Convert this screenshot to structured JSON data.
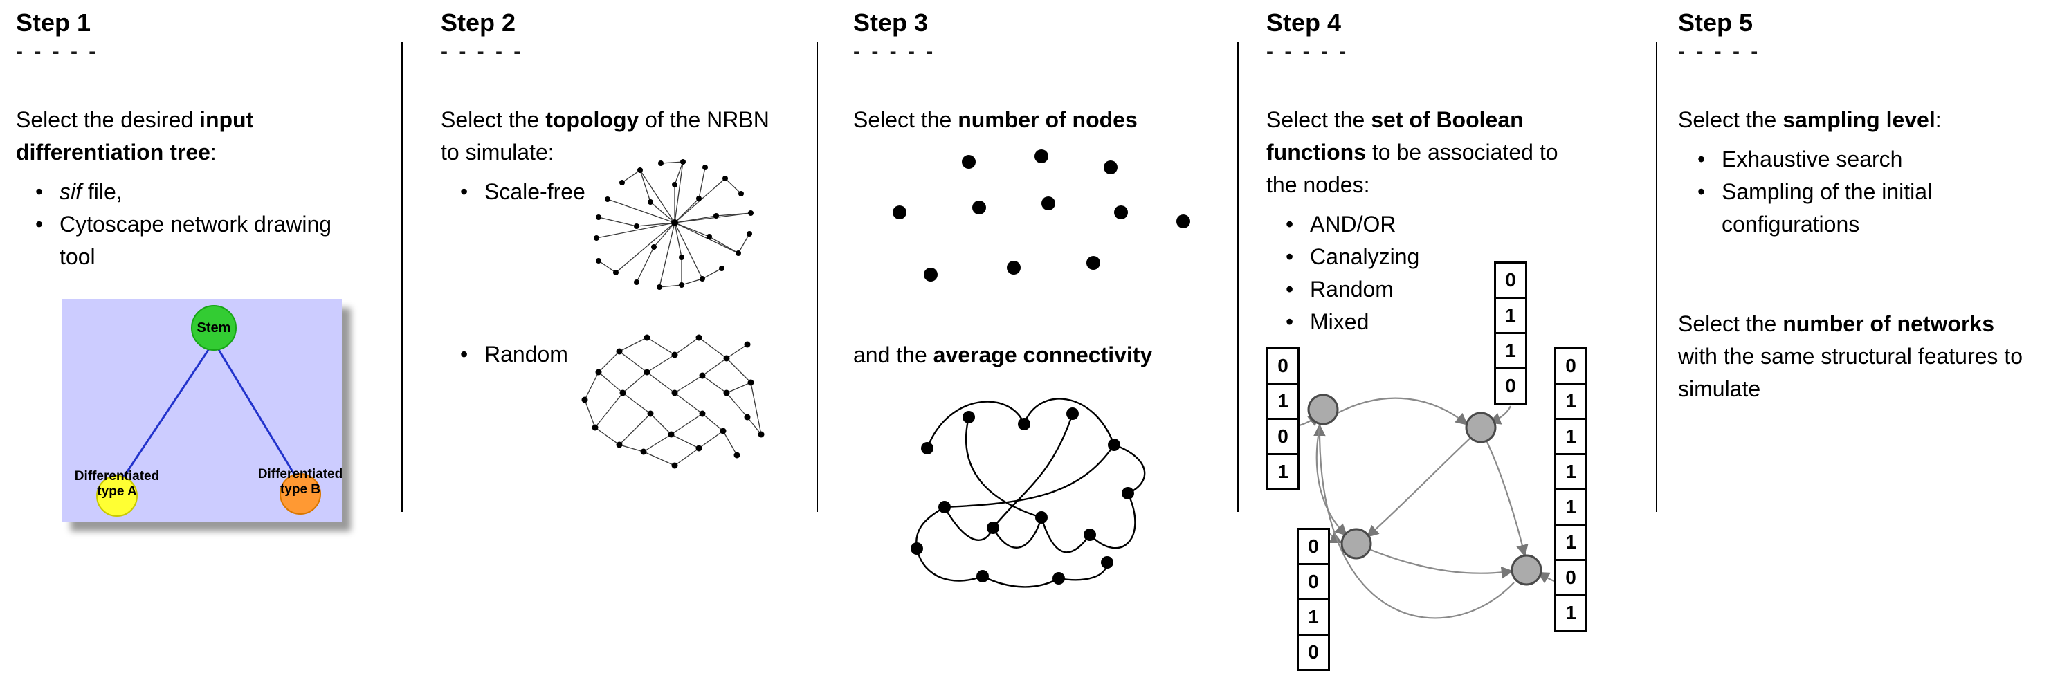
{
  "figure": {
    "background_color": "#ffffff",
    "divider_color": "#000000"
  },
  "steps": [
    {
      "title": "Step 1",
      "dashes": "- - - - -",
      "para": {
        "pre": "Select the desired ",
        "bold": "input differentiation tree",
        "post": ":"
      },
      "bullets": [
        {
          "italic": "sif",
          "rest": " file,"
        },
        {
          "rest": "Cytoscape network drawing tool"
        }
      ],
      "tree": {
        "stem_label": "Stem",
        "left_label": "Differentiated type A",
        "right_label": "Differentiated type B",
        "colors": {
          "background": "#ccccff",
          "stem_node": "#33cc33",
          "type_a_node": "#ffff33",
          "type_b_node": "#ff9933",
          "edge": "#2233cc"
        }
      }
    },
    {
      "title": "Step 2",
      "dashes": "- - - - -",
      "para": {
        "pre": "Select the ",
        "bold": "topology",
        "post": " of the NRBN to simulate:"
      },
      "bullets": [
        {
          "rest": "Scale-free"
        },
        {
          "rest": "Random"
        }
      ]
    },
    {
      "title": "Step 3",
      "dashes": "- - - - -",
      "para": {
        "pre": "Select the ",
        "bold": "number of nodes",
        "post": ""
      },
      "para2": {
        "pre": "and the ",
        "bold": "average connectivity",
        "post": ""
      }
    },
    {
      "title": "Step 4",
      "dashes": "- - - - -",
      "para": {
        "pre": "Select the ",
        "bold": "set of Boolean functions",
        "post": " to be associated to the nodes:"
      },
      "bullets": [
        {
          "rest": "AND/OR"
        },
        {
          "rest": "Canalyzing"
        },
        {
          "rest": "Random"
        },
        {
          "rest": "Mixed"
        }
      ],
      "tables": {
        "top": [
          "0",
          "1",
          "1",
          "0"
        ],
        "left": [
          "0",
          "1",
          "0",
          "1"
        ],
        "right": [
          "0",
          "1",
          "1",
          "1",
          "1",
          "1",
          "0",
          "1"
        ],
        "bottom": [
          "0",
          "0",
          "1",
          "0"
        ]
      },
      "node_color": "#ababab",
      "arrow_color": "#8a8a8a"
    },
    {
      "title": "Step 5",
      "dashes": "- - - - -",
      "para": {
        "pre": "Select the ",
        "bold": "sampling level",
        "post": ":"
      },
      "bullets": [
        {
          "rest": "Exhaustive search"
        },
        {
          "rest": "Sampling of the initial configurations"
        }
      ],
      "para2": {
        "pre": "Select the ",
        "bold": "number of networks",
        "post": " with the same structural features to simulate"
      }
    }
  ]
}
